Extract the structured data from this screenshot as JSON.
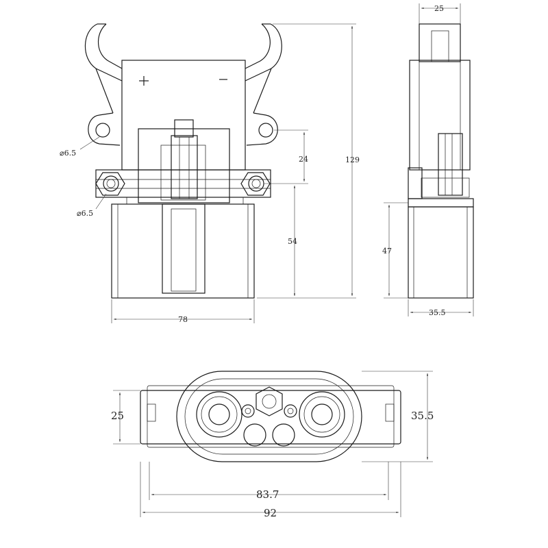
{
  "front_view": {
    "polarity_plus": "+",
    "polarity_minus": "−",
    "dim_hole_top": "⌀6.5",
    "dim_hole_bottom": "⌀6.5",
    "dim_24": "24",
    "dim_54": "54",
    "dim_129": "129",
    "dim_78": "78"
  },
  "side_view": {
    "dim_25": "25",
    "dim_47": "47",
    "dim_35_5": "35.5"
  },
  "bottom_view": {
    "dim_25": "25",
    "dim_35_5": "35.5",
    "dim_83_7": "83.7",
    "dim_92": "92"
  }
}
